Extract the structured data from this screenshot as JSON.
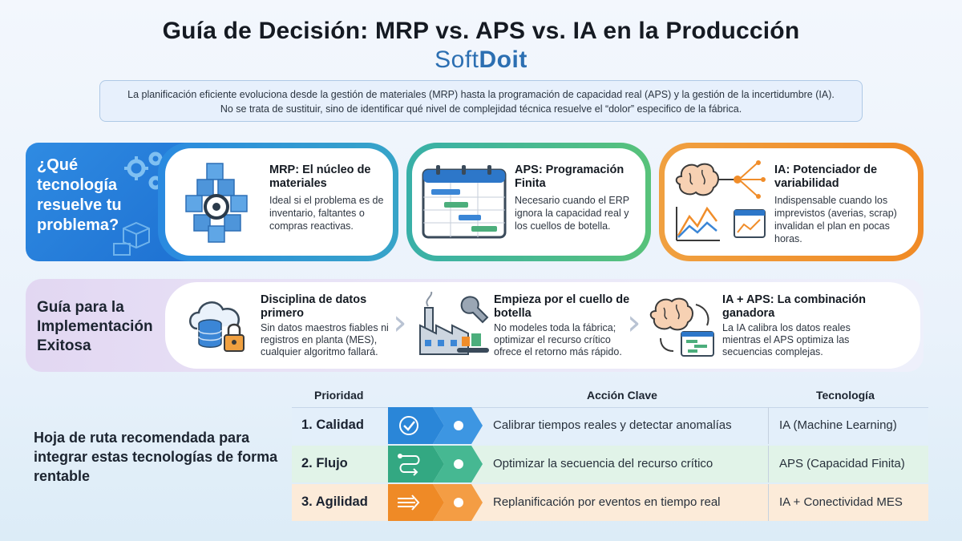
{
  "header": {
    "title": "Guía de Decisión: MRP vs. APS vs. IA en la Producción",
    "brand_prefix": "Soft",
    "brand_suffix": "Doit",
    "intro_line1": "La planificación eficiente evoluciona desde la gestión de materiales (MRP) hasta la programación de capacidad real (APS) y la gestión de la incertidumbre (IA).",
    "intro_line2": "No se trata de sustituir, sino de identificar qué nivel de complejidad técnica resuelve el “dolor” especifico de la fábrica."
  },
  "question": {
    "text": "¿Qué tecnología resuelve tu problema?"
  },
  "technologies": [
    {
      "title": "MRP: El núcleo de materiales",
      "body": "Ideal si el problema es de inventario, faltantes o compras reactivas.",
      "icon": "cube-network-icon"
    },
    {
      "title": "APS: Programación Finita",
      "body": "Necesario cuando el ERP ignora la capacidad real y los cuellos de botella.",
      "icon": "gantt-calendar-icon"
    },
    {
      "title": "IA: Potenciador de variabilidad",
      "body": "Indispensable cuando los imprevistos (averias, scrap) invalidan el plan en pocas horas.",
      "icon": "brain-network-icon"
    }
  ],
  "implementation": {
    "heading": "Guía para la Implementación Exitosa",
    "steps": [
      {
        "title": "Disciplina de datos primero",
        "body": "Sin datos maestros fiables ni registros en planta (MES), cualquier algoritmo fallará.",
        "icon": "cloud-database-lock-icon"
      },
      {
        "title": "Empieza por el cuello de botella",
        "body": "No modeles toda la fábrica; optimizar el recurso crítico ofrece el retorno más rápido.",
        "icon": "factory-wrench-icon"
      },
      {
        "title": "IA + APS: La combinación ganadora",
        "body": "La IA calibra los datos reales mientras el APS optimiza las secuencias complejas.",
        "icon": "brain-cycle-icon"
      }
    ]
  },
  "roadmap": {
    "heading": "Hoja de ruta recomendada para integrar estas tecnologías de forma rentable",
    "columns": [
      "Prioridad",
      "Acción Clave",
      "Tecnología"
    ],
    "rows": [
      {
        "priority": "1. Calidad",
        "action": "Calibrar tiempos reales y detectar anomalías",
        "technology": "IA (Machine Learning)",
        "icon": "check-badge-icon",
        "color": "#2a86d8"
      },
      {
        "priority": "2. Flujo",
        "action": "Optimizar la secuencia del recurso crítico",
        "technology": "APS (Capacidad Finita)",
        "icon": "flow-path-icon",
        "color": "#3bb08c"
      },
      {
        "priority": "3. Agilidad",
        "action": "Replanificación por eventos en tiempo real",
        "technology": "IA + Conectividad MES",
        "icon": "fast-arrow-icon",
        "color": "#f08d2a"
      }
    ]
  }
}
